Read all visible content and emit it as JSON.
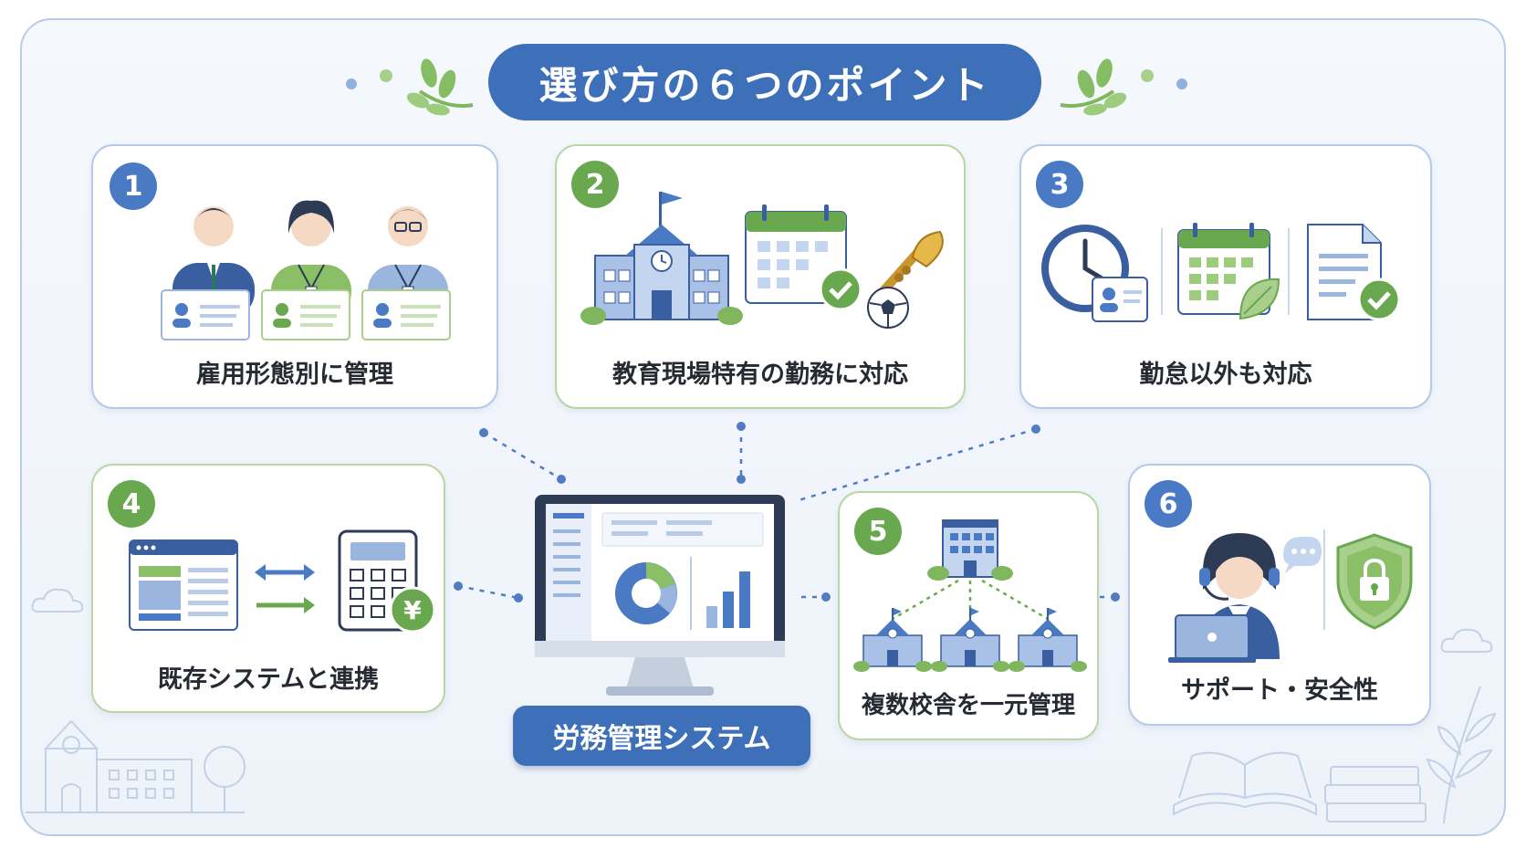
{
  "title": "選び方の６つのポイント",
  "center": {
    "label": "労務管理システム"
  },
  "points": [
    {
      "number": "1",
      "label": "雇用形態別に管理"
    },
    {
      "number": "2",
      "label": "教育現場特有の勤務に対応"
    },
    {
      "number": "3",
      "label": "勤怠以外も対応"
    },
    {
      "number": "4",
      "label": "既存システムと連携"
    },
    {
      "number": "5",
      "label": "複数校舎を一元管理"
    },
    {
      "number": "6",
      "label": "サポート・安全性"
    }
  ],
  "icons": {
    "yen_symbol": "¥"
  },
  "colors": {
    "accent_blue": "#3d70b8",
    "accent_green": "#6aa84f",
    "card_border_blue": "#b6c9e6",
    "card_border_green": "#b9d6a4"
  }
}
